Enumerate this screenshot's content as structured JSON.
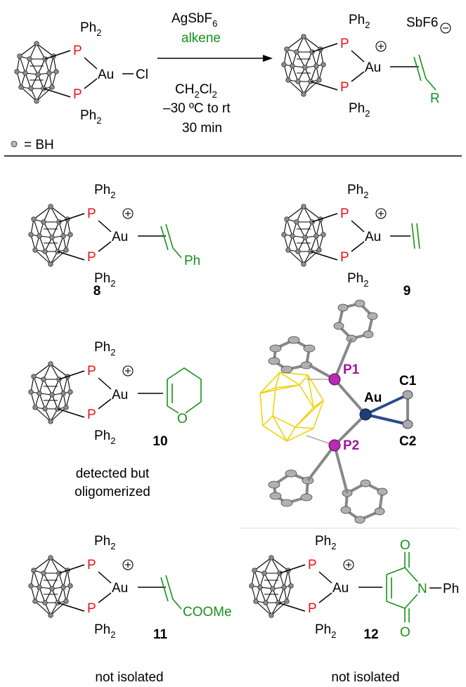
{
  "reaction": {
    "reagent": "AgSbF6",
    "reagent_sub": "6",
    "alkene": "alkene",
    "solvent": "CH2Cl2",
    "temperature": "–30 ºC to rt",
    "time": "30 min",
    "legend": "= BH",
    "counterion": "SbF6"
  },
  "labels": {
    "ph": "Ph",
    "two": "2",
    "p": "P",
    "au": "Au",
    "cl": "Cl",
    "r": "R",
    "o": "O",
    "n": "N",
    "phenyl": "Ph",
    "ester": "COOMe"
  },
  "compounds": [
    {
      "id": "8",
      "note": ""
    },
    {
      "id": "9",
      "note": ""
    },
    {
      "id": "10",
      "note_line1": "detected but",
      "note_line2": "oligomerized"
    },
    {
      "id": "11",
      "note": "not isolated"
    },
    {
      "id": "12",
      "note": "not isolated"
    }
  ],
  "xray": {
    "p1": "P1",
    "p2": "P2",
    "au": "Au",
    "c1": "C1",
    "c2": "C2"
  },
  "colors": {
    "phosphorus": "#e8141a",
    "alkene": "#17901a",
    "xray_p": "#a0179b",
    "xray_au": "#1c3d78",
    "xray_cage": "#f0d000"
  }
}
